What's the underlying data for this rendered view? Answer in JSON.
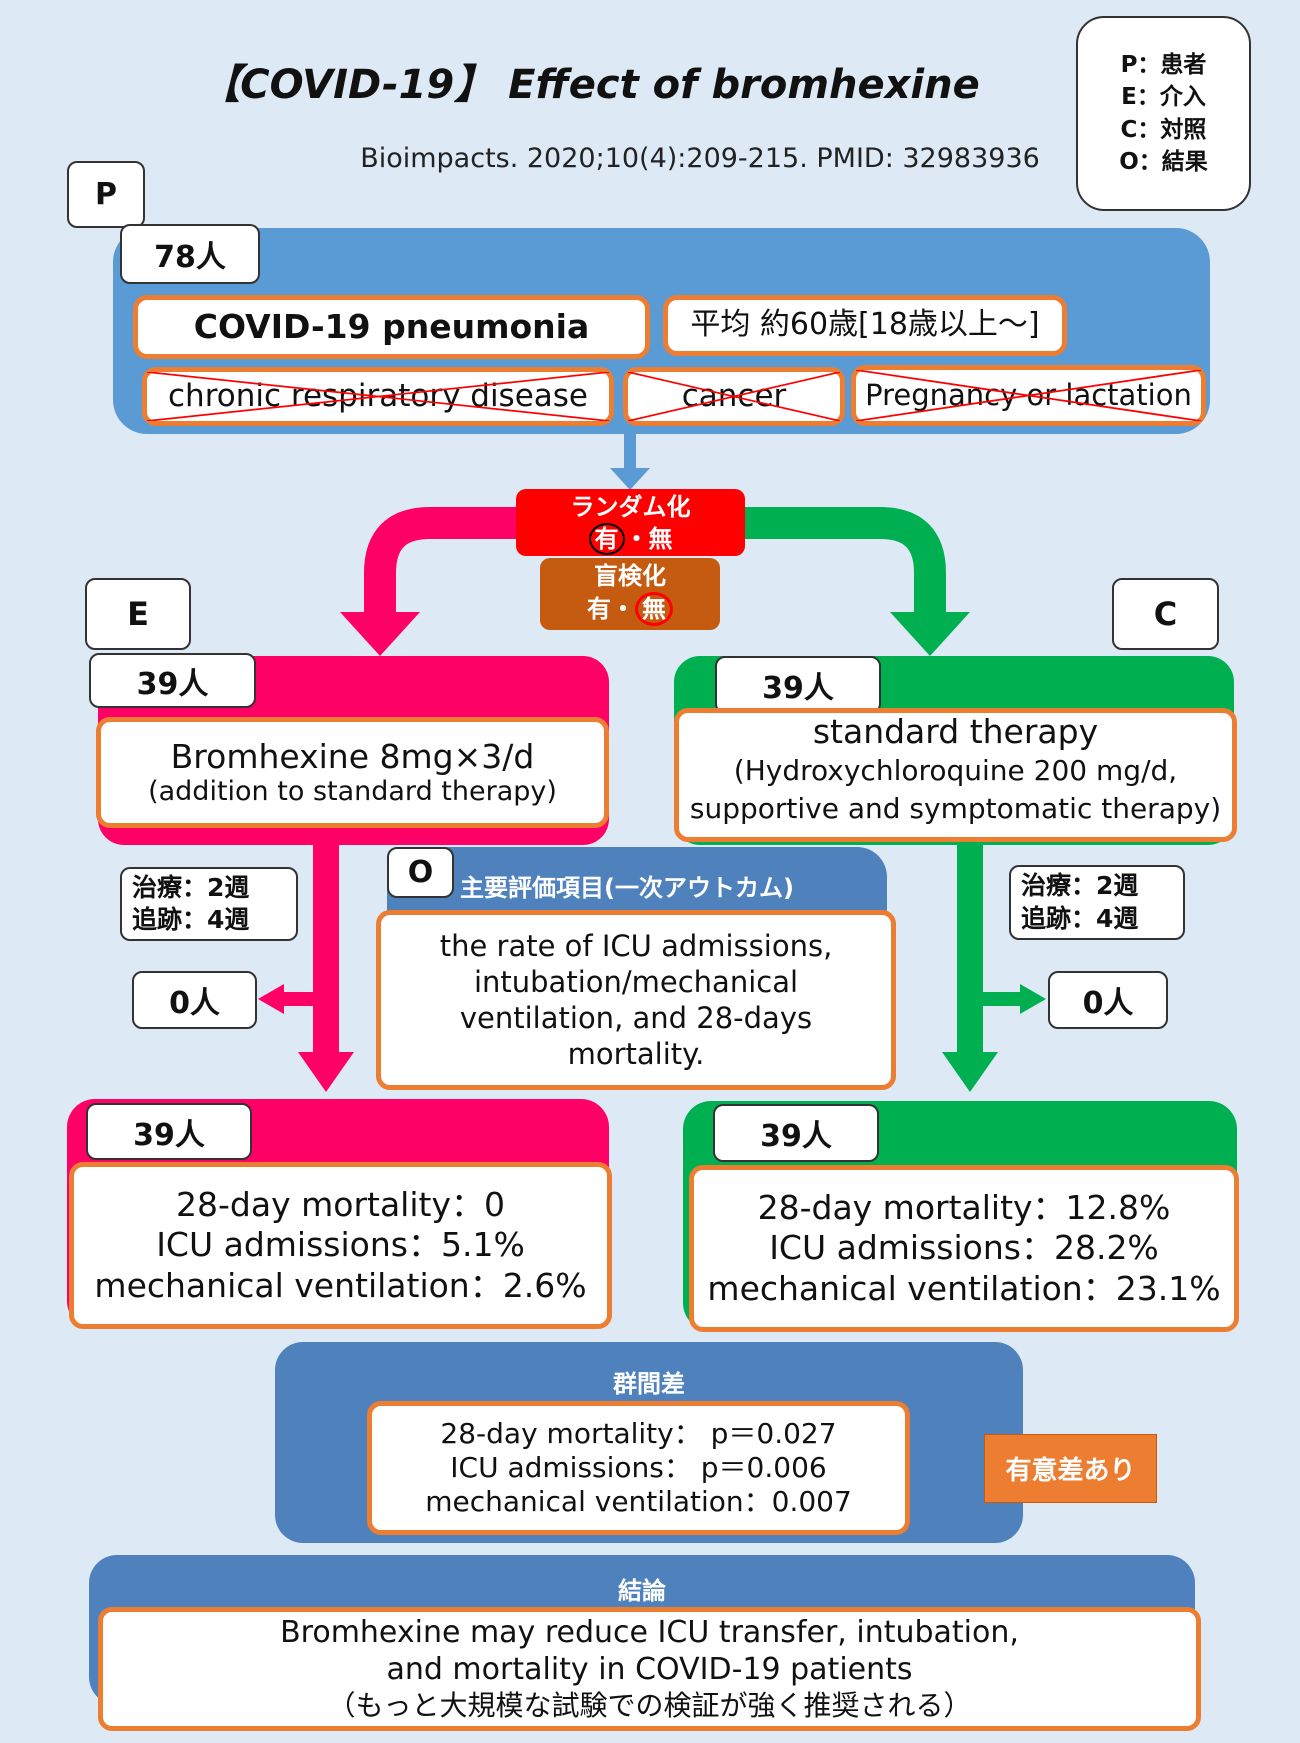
{
  "title": "【COVID-19】 Effect of bromhexine",
  "citation": "Bioimpacts. 2020;10(4):209-215. PMID: 32983936",
  "peco_legend": [
    "P：患者",
    "E：介入",
    "C：対照",
    "O：結果"
  ],
  "population": {
    "tab": "P",
    "count": "78人",
    "condition": "COVID-19 pneumonia",
    "age": "平均 約60歳[18歳以上～]",
    "exclusions": [
      "chronic respiratory disease",
      "cancer",
      "Pregnancy or lactation"
    ]
  },
  "randomization": {
    "label": "ランダム化",
    "yes": "有",
    "sep": "・",
    "no": "無"
  },
  "blinding": {
    "label": "盲検化",
    "yes": "有",
    "sep": "・",
    "no": "無"
  },
  "intervention": {
    "tab": "E",
    "count": "39人",
    "line1": "Bromhexine 8mg×3/d",
    "line2": "(addition to standard therapy)",
    "duration": [
      "治療：2週",
      "追跡：4週"
    ],
    "dropout": "0人",
    "result_count": "39人",
    "results": [
      "28-day mortality：0",
      "ICU admissions：5.1%",
      "mechanical ventilation：2.6%"
    ]
  },
  "control": {
    "tab": "C",
    "count": "39人",
    "line1": "standard therapy",
    "line2": "(Hydroxychloroquine 200 mg/d,",
    "line3": "supportive and symptomatic therapy)",
    "duration": [
      "治療：2週",
      "追跡：4週"
    ],
    "dropout": "0人",
    "result_count": "39人",
    "results": [
      "28-day mortality：12.8%",
      "ICU admissions：28.2%",
      "mechanical ventilation：23.1%"
    ]
  },
  "outcome": {
    "tab": "O",
    "label": "主要評価項目(一次アウトカム)",
    "text": [
      "the rate of ICU admissions,",
      "intubation/mechanical",
      "ventilation, and 28-days",
      "mortality."
    ]
  },
  "difference": {
    "label": "群間差",
    "lines": [
      "28-day mortality： p＝0.027",
      "ICU admissions： p＝0.006",
      "mechanical ventilation：0.007"
    ],
    "significance": "有意差あり"
  },
  "conclusion": {
    "label": "結論",
    "lines": [
      "Bromhexine may reduce ICU transfer, intubation,",
      "and mortality in COVID-19 patients",
      "（もっと大規模な試験での検証が強く推奨される）"
    ]
  },
  "colors": {
    "background": "#dde9f5",
    "blue": "#5b9bd5",
    "dark_blue": "#4f81bd",
    "pink": "#ff0066",
    "green": "#00b050",
    "orange": "#ed7d31",
    "red": "#ff0000",
    "brown": "#c55a11"
  }
}
